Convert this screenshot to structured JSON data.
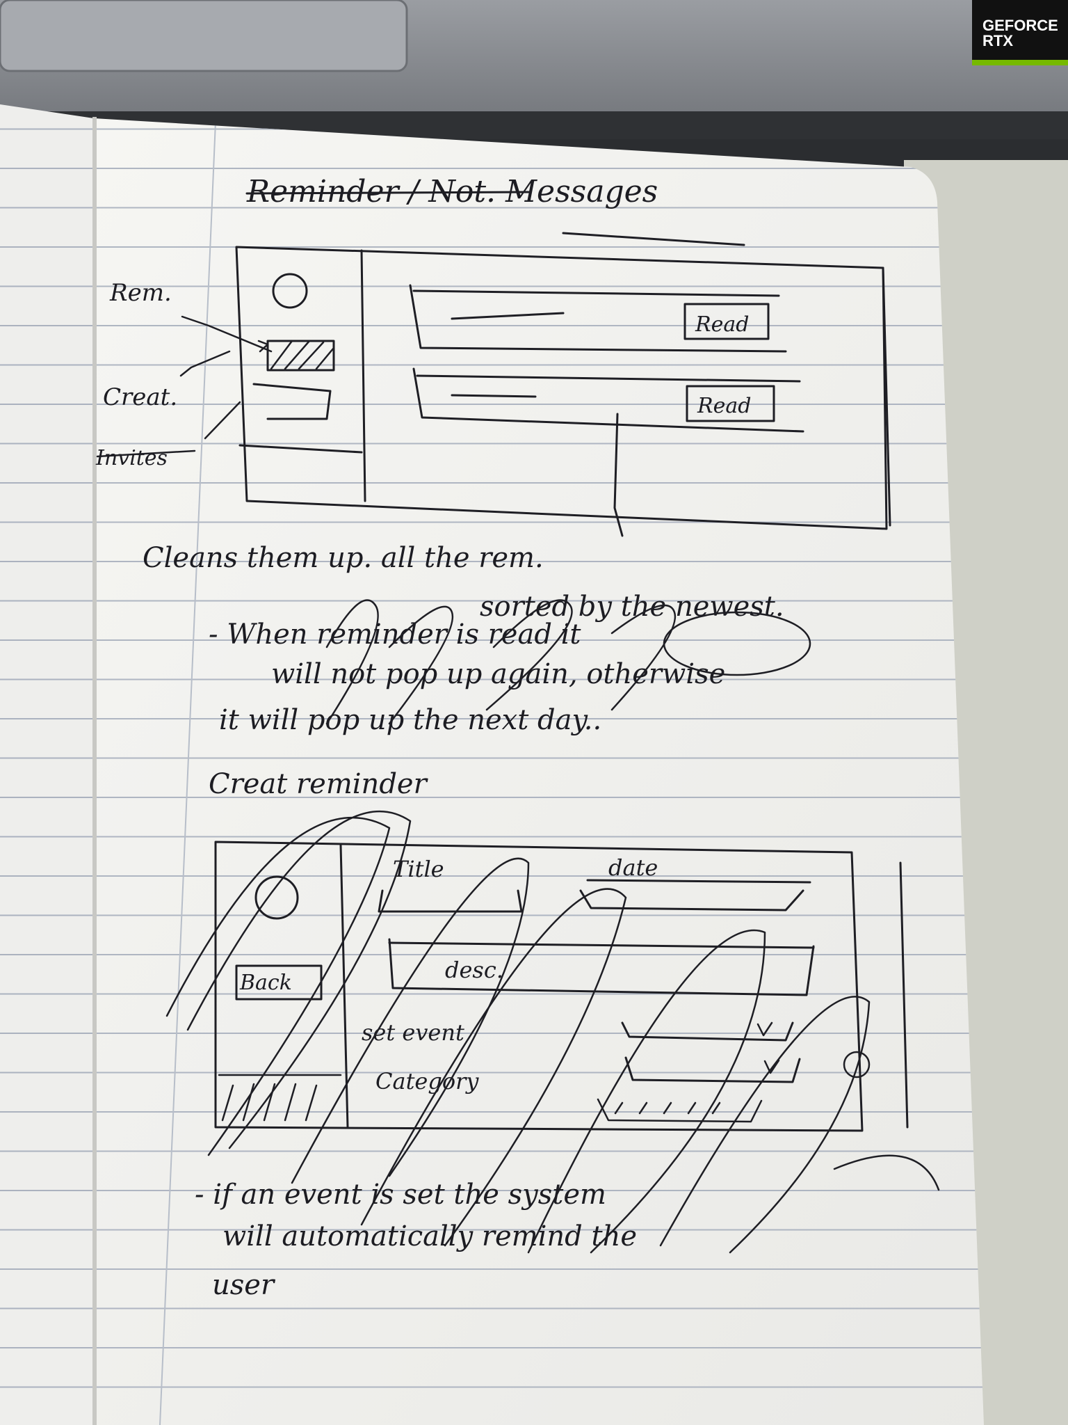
{
  "sticker": {
    "line1": "GEFORCE",
    "line2": "RTX"
  },
  "notes": {
    "page_title": "Reminder / Not. Messages",
    "wireframe_1": {
      "side_labels": [
        "Rem.",
        "Creat.",
        "Invites"
      ],
      "read_buttons": [
        "Read",
        "Read"
      ]
    },
    "text_lines_1": [
      "Cleans them up. all the rem.",
      "sorted by the newest.",
      "- When reminder is read it",
      "will not pop up again, otherwise",
      "it will pop up the next day.."
    ],
    "create_heading": "Creat reminder",
    "wireframe_2": {
      "back_button": "Back",
      "title_label": "Title",
      "date_label": "date",
      "desc_label": "desc.",
      "set_event_label": "set event",
      "category_label": "Category"
    },
    "text_lines_2": [
      "- if an event is set the system",
      "will automatically remind the",
      "user"
    ]
  },
  "colors": {
    "paper": "#f4f4f1",
    "rule_line": "#9ea6b6",
    "ink": "#1e1e24",
    "laptop": "#8c8f94",
    "sticker_accent": "#76b900"
  }
}
